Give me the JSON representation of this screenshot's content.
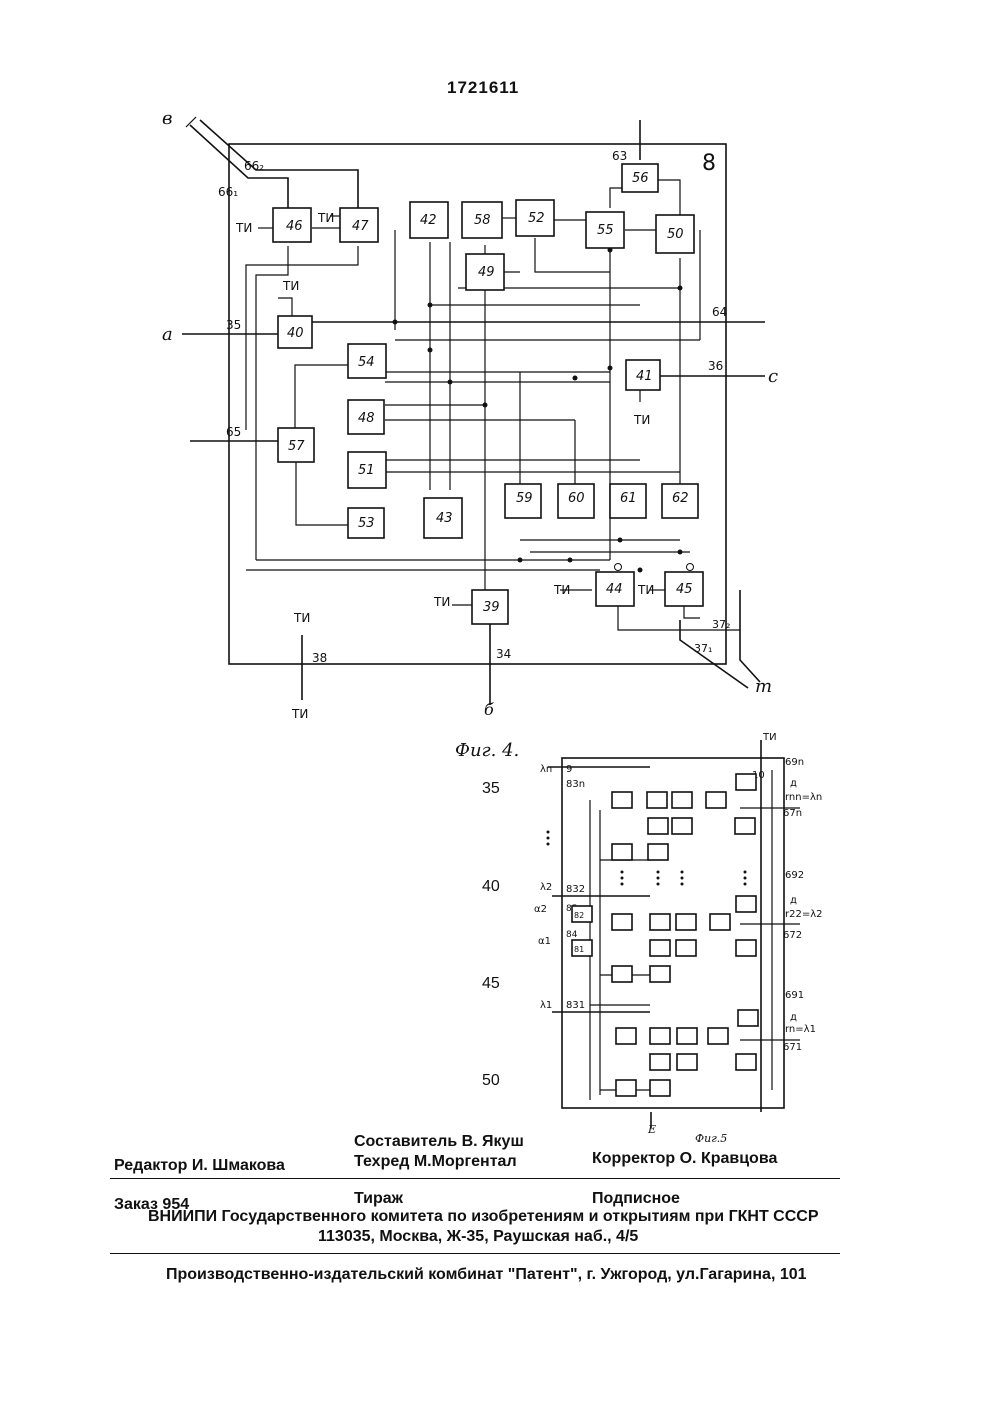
{
  "header": {
    "patent_number": "1721611"
  },
  "figure4": {
    "caption": "Фиг. 4.",
    "device_label": "8",
    "blocks": [
      "39",
      "40",
      "41",
      "42",
      "43",
      "44",
      "45",
      "46",
      "47",
      "48",
      "49",
      "50",
      "51",
      "52",
      "53",
      "54",
      "55",
      "56",
      "57",
      "58",
      "59",
      "60",
      "61",
      "62"
    ],
    "signals": {
      "a": "а",
      "b": "б",
      "v": "в",
      "c": "с",
      "t": "т",
      "ti": "ТИ",
      "n35": "35",
      "n36": "36",
      "n34": "34",
      "n38": "38",
      "n37_1": "37₁",
      "n37_2": "37₂",
      "n63": "63",
      "n64": "64",
      "n65": "65",
      "n66_1": "66₁",
      "n66_2": "66₂"
    }
  },
  "figure5": {
    "caption": "Фиг.5",
    "top_in": "ТИ",
    "bottom_in": "Е",
    "labels": {
      "n9": "9",
      "n10": "10",
      "l_n": "λn",
      "l_2": "λ2",
      "l_1": "λ1",
      "a_2": "α2",
      "a_1": "α1",
      "out83n": "83n",
      "out83_2": "832",
      "out83_1": "831",
      "in69n": "69n",
      "in69_2": "692",
      "in69_1": "691",
      "in67n": "67n",
      "in67_2": "672",
      "in67_1": "671",
      "d": "д",
      "rn": "rnn=λn",
      "r2": "r22=λ2",
      "r1": "rn=λ1",
      "n84": "84",
      "n85": "85",
      "n81": "81",
      "n82": "82"
    }
  },
  "line_numbers": [
    "35",
    "40",
    "45",
    "50"
  ],
  "footer": {
    "editor": "Редактор  И. Шмакова",
    "compiler": "Составитель  В. Якуш",
    "techred": "Техред М.Моргентал",
    "corrector": "Корректор  О. Кравцова",
    "order": "Заказ  954",
    "circulation": "Тираж",
    "subscription": "Подписное",
    "org": "ВНИИПИ Государственного комитета по изобретениям и открытиям при ГКНТ СССР",
    "address": "113035, Москва, Ж-35, Раушская наб., 4/5",
    "publisher": "Производственно-издательский комбинат \"Патент\", г. Ужгород, ул.Гагарина, 101"
  }
}
